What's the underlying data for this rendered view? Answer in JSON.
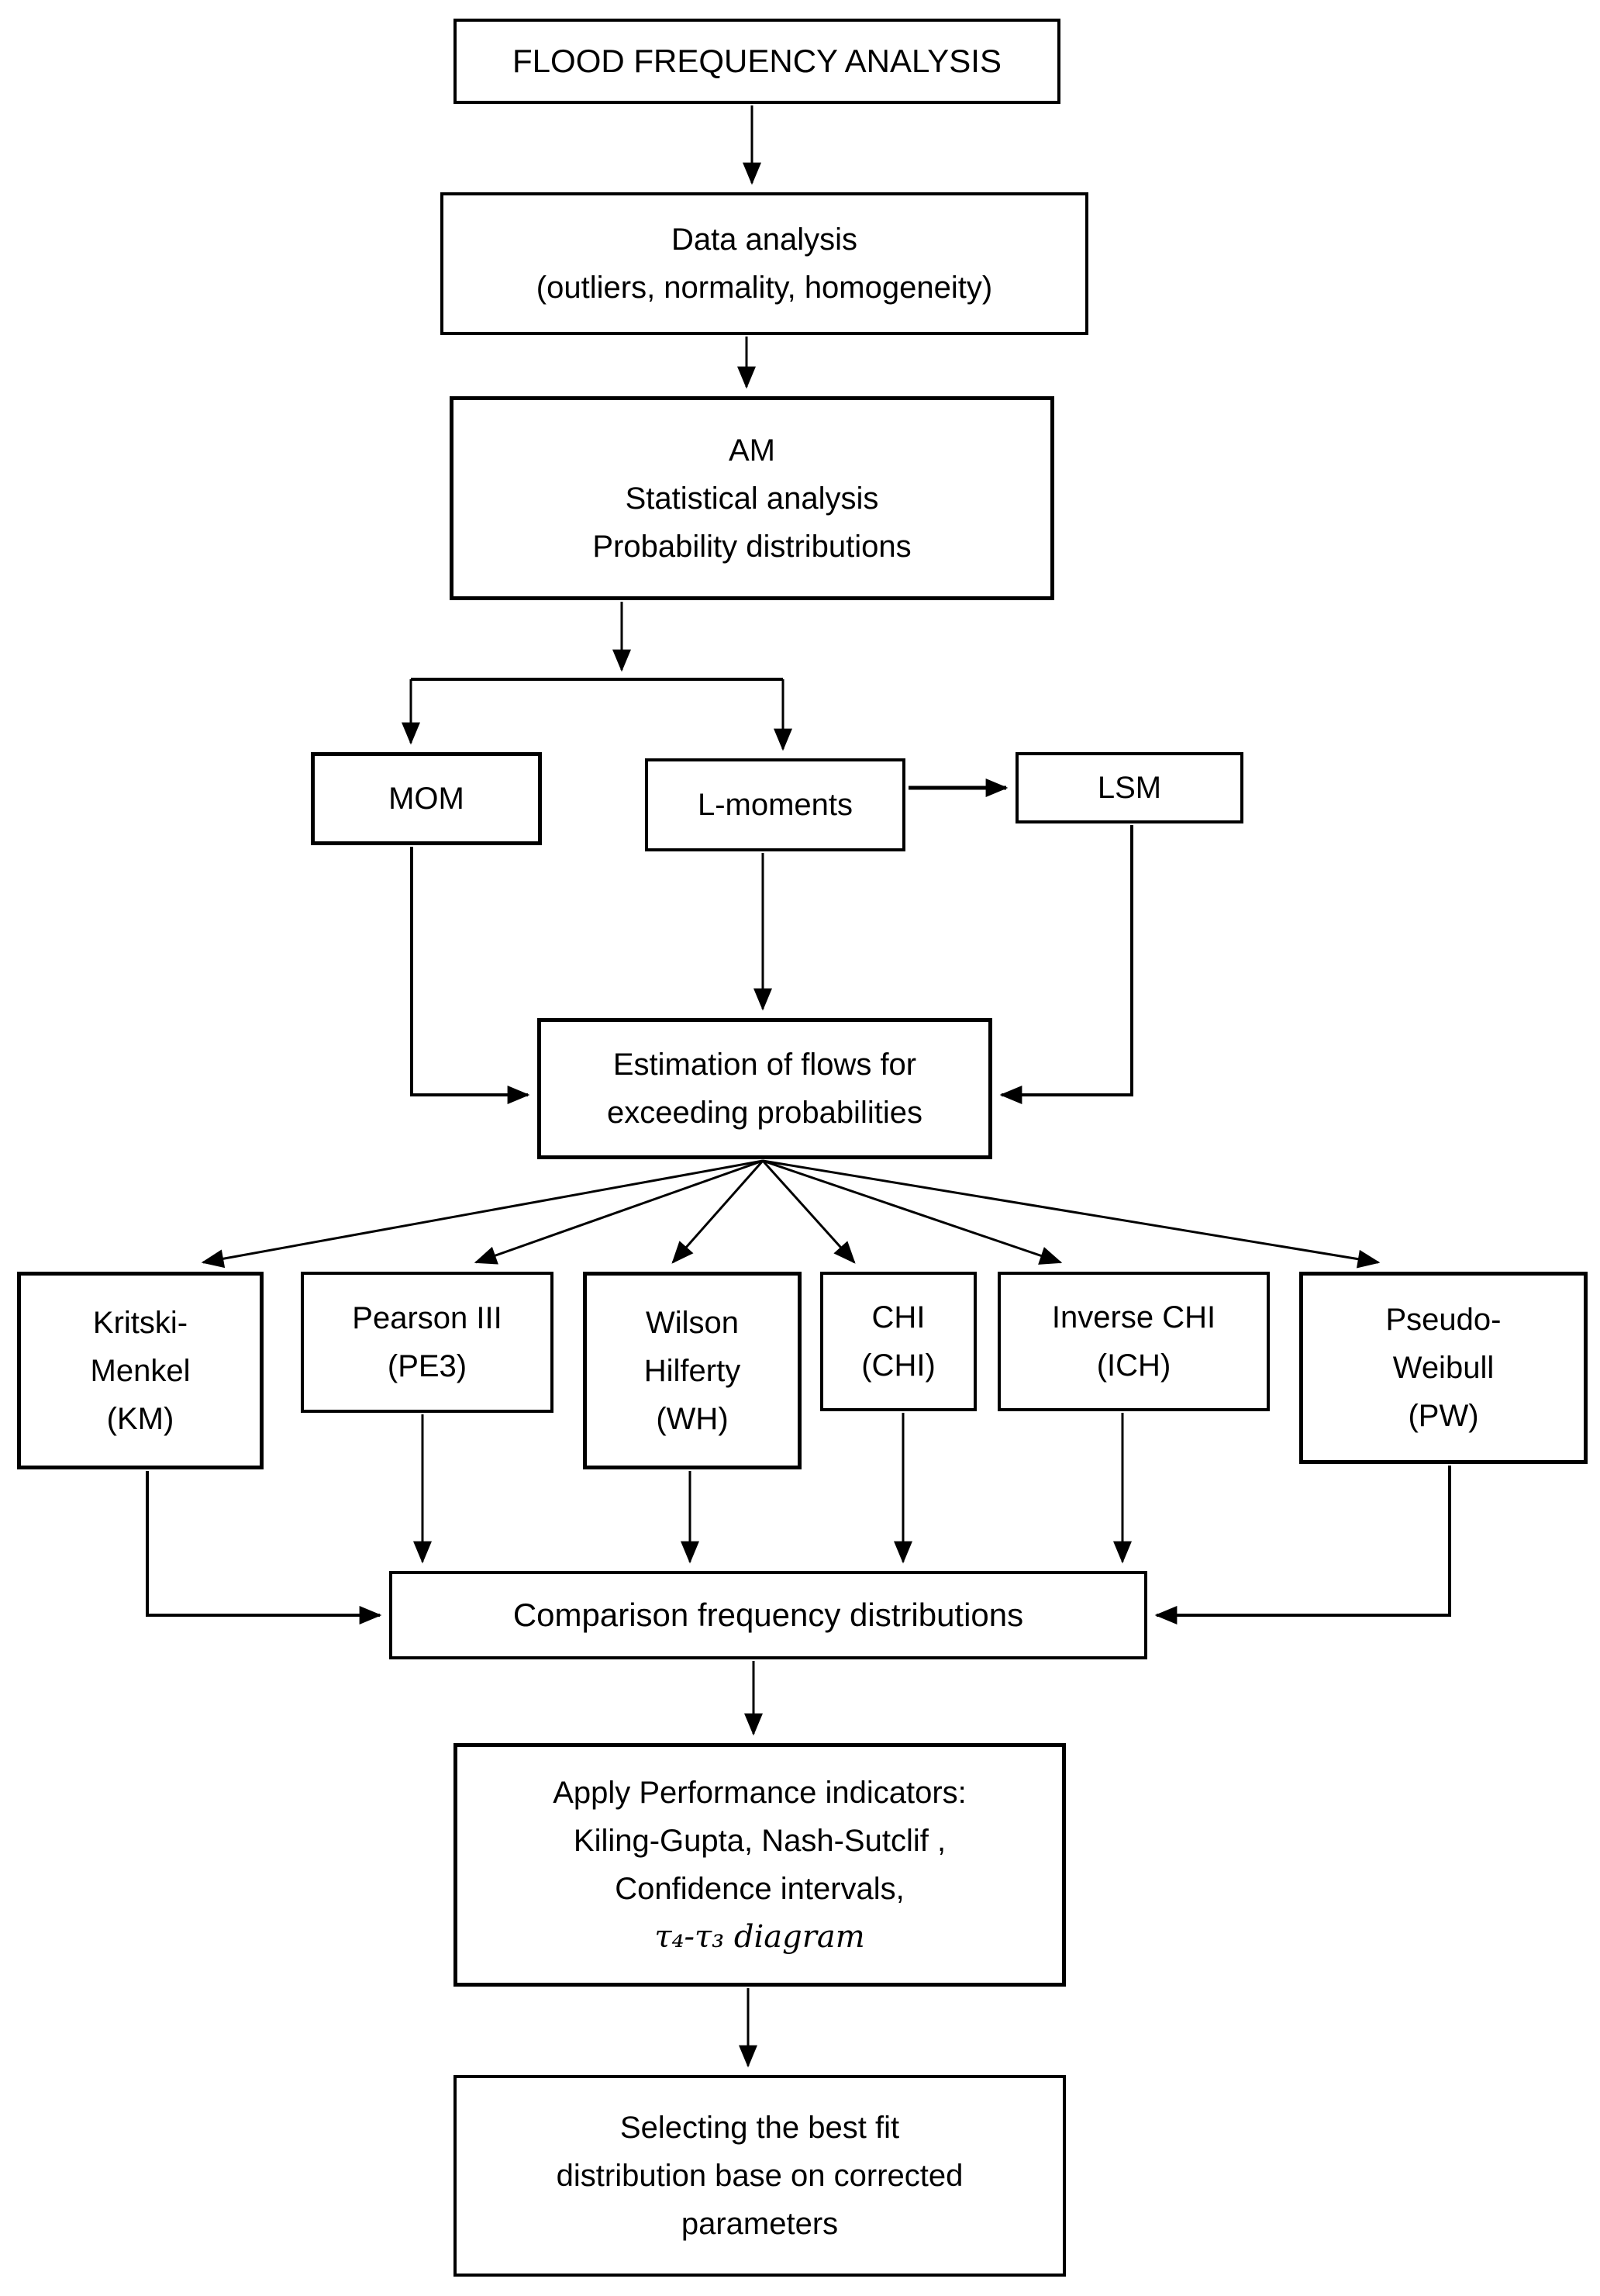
{
  "diagram_title": "FLOOD FREQUENCY ANALYSIS",
  "nodes": {
    "title_box": {
      "lines": [
        "FLOOD FREQUENCY ANALYSIS"
      ]
    },
    "data_analysis": {
      "lines": [
        "Data analysis",
        "(outliers, normality, homogeneity)"
      ]
    },
    "am_statistical": {
      "lines": [
        "AM",
        "Statistical analysis",
        "Probability distributions"
      ]
    },
    "mom": {
      "lines": [
        "MOM"
      ]
    },
    "l_moments": {
      "lines": [
        "L-moments"
      ]
    },
    "lsm": {
      "lines": [
        "LSM"
      ]
    },
    "estimation": {
      "lines": [
        "Estimation of flows for",
        "exceeding probabilities"
      ]
    },
    "km": {
      "lines": [
        "Kritski-",
        "Menkel",
        "(KM)"
      ]
    },
    "pe3": {
      "lines": [
        "Pearson III",
        "(PE3)"
      ]
    },
    "wh": {
      "lines": [
        "Wilson",
        "Hilferty",
        "(WH)"
      ]
    },
    "chi": {
      "lines": [
        "CHI",
        "(CHI)"
      ]
    },
    "ich": {
      "lines": [
        "Inverse CHI",
        "(ICH)"
      ]
    },
    "pw": {
      "lines": [
        "Pseudo-",
        "Weibull",
        "(PW)"
      ]
    },
    "comparison": {
      "lines": [
        "Comparison frequency distributions"
      ]
    },
    "apply_indicators": {
      "lines": [
        "Apply Performance indicators:",
        "Kiling-Gupta, Nash-Sutclif ,",
        "Confidence intervals,",
        "τ₄-τ₃ diagram"
      ]
    },
    "select_best": {
      "lines": [
        "Selecting the best fit",
        "distribution base on corrected",
        "parameters"
      ]
    }
  },
  "edges": [
    {
      "from": "title_box",
      "to": "data_analysis"
    },
    {
      "from": "data_analysis",
      "to": "am_statistical"
    },
    {
      "from": "am_statistical",
      "to": "mom"
    },
    {
      "from": "am_statistical",
      "to": "l_moments"
    },
    {
      "from": "l_moments",
      "to": "lsm"
    },
    {
      "from": "mom",
      "to": "estimation"
    },
    {
      "from": "l_moments",
      "to": "estimation"
    },
    {
      "from": "lsm",
      "to": "estimation"
    },
    {
      "from": "estimation",
      "to": "km"
    },
    {
      "from": "estimation",
      "to": "pe3"
    },
    {
      "from": "estimation",
      "to": "wh"
    },
    {
      "from": "estimation",
      "to": "chi"
    },
    {
      "from": "estimation",
      "to": "ich"
    },
    {
      "from": "estimation",
      "to": "pw"
    },
    {
      "from": "km",
      "to": "comparison"
    },
    {
      "from": "pe3",
      "to": "comparison"
    },
    {
      "from": "wh",
      "to": "comparison"
    },
    {
      "from": "chi",
      "to": "comparison"
    },
    {
      "from": "ich",
      "to": "comparison"
    },
    {
      "from": "pw",
      "to": "comparison"
    },
    {
      "from": "comparison",
      "to": "apply_indicators"
    },
    {
      "from": "apply_indicators",
      "to": "select_best"
    }
  ],
  "colors": {
    "line": "#000000",
    "background": "#ffffff",
    "text": "#000000"
  }
}
